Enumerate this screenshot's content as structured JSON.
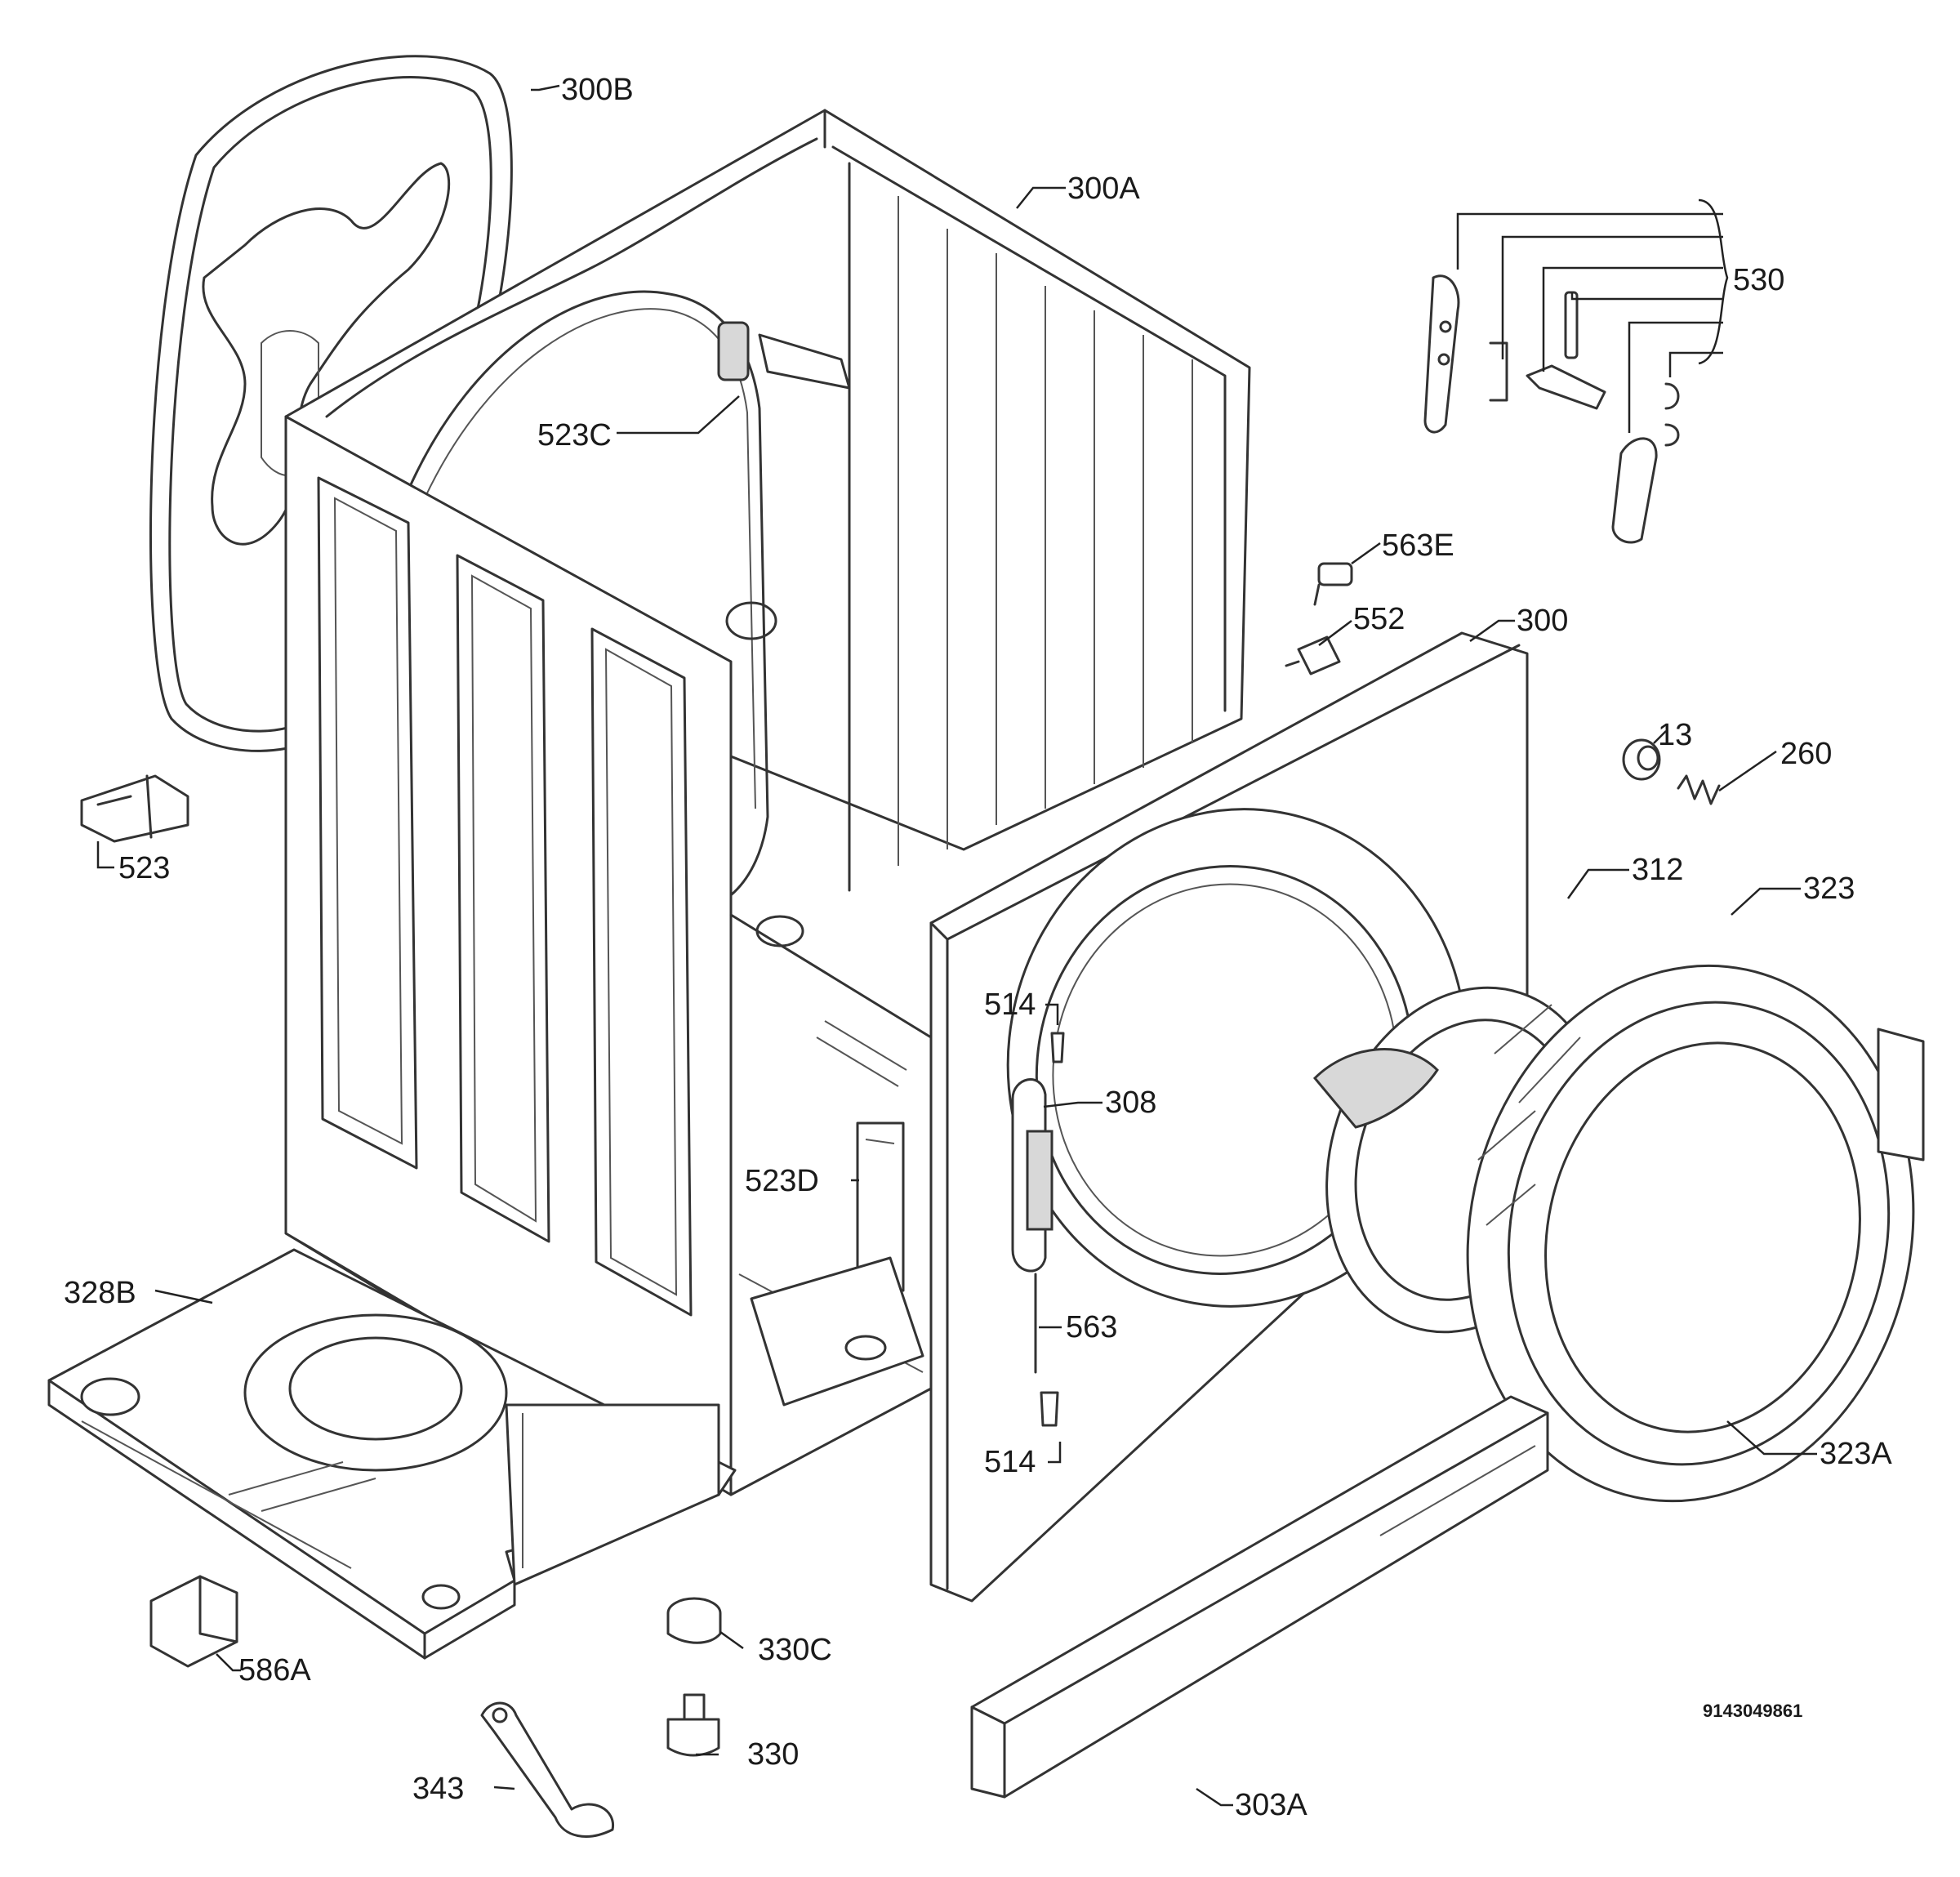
{
  "diagram": {
    "part_labels": {
      "p300B": "300B",
      "p300A": "300A",
      "p530": "530",
      "p523C": "523C",
      "p563E": "563E",
      "p552": "552",
      "p300": "300",
      "p13": "13",
      "p260": "260",
      "p523": "523",
      "p312": "312",
      "p323": "323",
      "p514_top": "514",
      "p308": "308",
      "p523D": "523D",
      "p328B": "328B",
      "p563": "563",
      "p514_bottom": "514",
      "p323A": "323A",
      "p330C": "330C",
      "p586A": "586A",
      "p330": "330",
      "p303A": "303A",
      "p343": "343"
    },
    "document_number": "9143049861"
  }
}
